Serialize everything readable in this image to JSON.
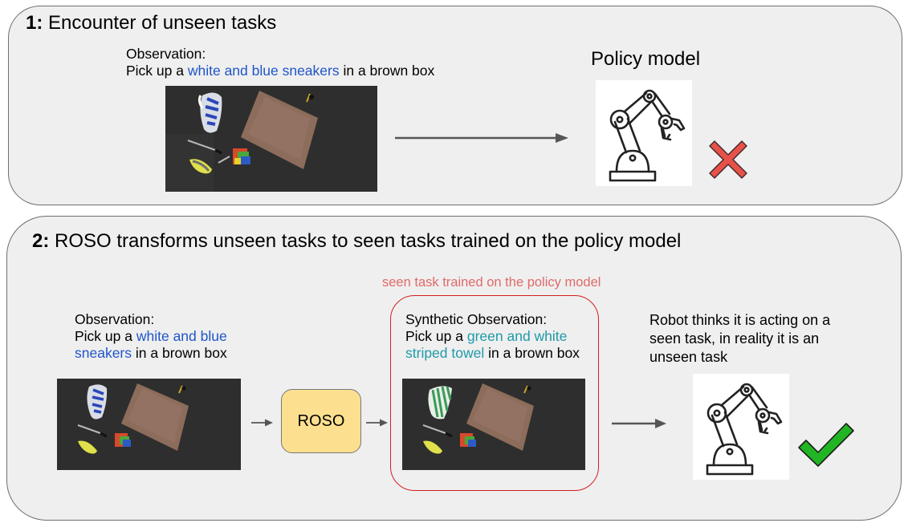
{
  "panel1": {
    "number": "1:",
    "title": "Encounter of unseen tasks",
    "observation": {
      "heading": "Observation:",
      "prefix": "Pick up a ",
      "highlight": "white and blue sneakers",
      "suffix": " in a brown box"
    },
    "policy_label": "Policy model",
    "result": "failure-x-icon"
  },
  "panel2": {
    "number": "2:",
    "title": "ROSO transforms unseen tasks to seen tasks trained on the policy model",
    "observation": {
      "heading": "Observation:",
      "prefix": "Pick up a ",
      "highlight_line1": "white and blue",
      "highlight_line2": "sneakers",
      "suffix": " in a brown box"
    },
    "roso_label": "ROSO",
    "seen_label": "seen task trained on the policy model",
    "synthetic": {
      "heading": "Synthetic Observation:",
      "prefix": "Pick up a ",
      "highlight_line1": "green and white",
      "highlight_line2": "striped towel",
      "suffix": " in a brown box"
    },
    "robot_thought": {
      "line1": "Robot thinks it is acting on a",
      "line2": "seen task, in reality it is an",
      "line3": "unseen task"
    },
    "result": "success-check-icon"
  },
  "colors": {
    "highlight_blue": "#1f55c9",
    "highlight_teal": "#1e9aa8",
    "roso_fill": "#fde08f",
    "seen_frame": "#d21f1f",
    "fail_red": "#e8514a",
    "check_green": "#22b523"
  }
}
